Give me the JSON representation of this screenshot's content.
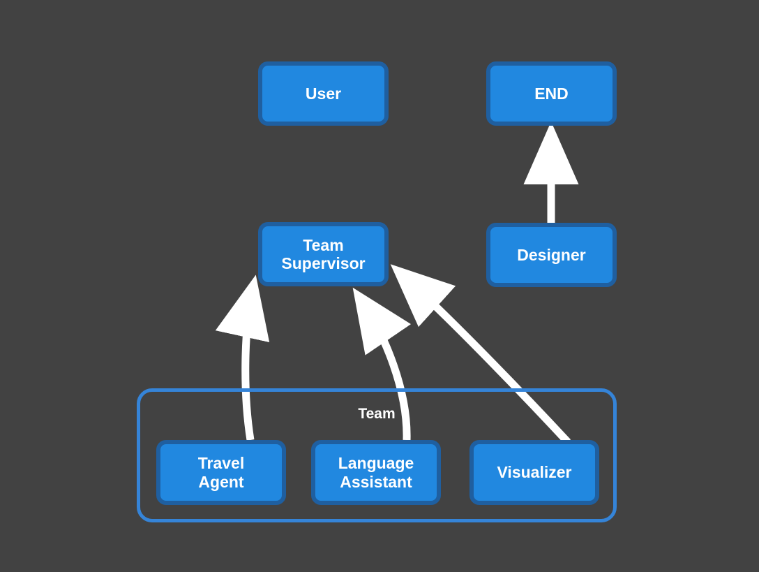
{
  "diagram": {
    "background_color": "#424242",
    "node_fill_color": "#2188e0",
    "node_border_color": "#1f5fa0",
    "subgraph_border_color": "#3584d8",
    "edge_color": "#ffffff",
    "text_color": "#ffffff",
    "nodes": [
      {
        "id": "user",
        "label": "User"
      },
      {
        "id": "end",
        "label": "END"
      },
      {
        "id": "team_supervisor",
        "label": "Team\nSupervisor"
      },
      {
        "id": "designer",
        "label": "Designer"
      },
      {
        "id": "travel_agent",
        "label": "Travel\nAgent"
      },
      {
        "id": "language_assistant",
        "label": "Language\nAssistant"
      },
      {
        "id": "visualizer",
        "label": "Visualizer"
      }
    ],
    "groups": [
      {
        "id": "team",
        "label": "Team",
        "members": [
          "travel_agent",
          "language_assistant",
          "visualizer"
        ]
      }
    ],
    "edges": [
      {
        "from": "designer",
        "to": "end",
        "style": "straight",
        "arrow": "to"
      },
      {
        "from": "travel_agent",
        "to": "team_supervisor",
        "style": "curved",
        "arrow": "to"
      },
      {
        "from": "language_assistant",
        "to": "team_supervisor",
        "style": "curved",
        "arrow": "to"
      },
      {
        "from": "visualizer",
        "to": "team_supervisor",
        "style": "curved",
        "arrow": "to"
      }
    ]
  }
}
